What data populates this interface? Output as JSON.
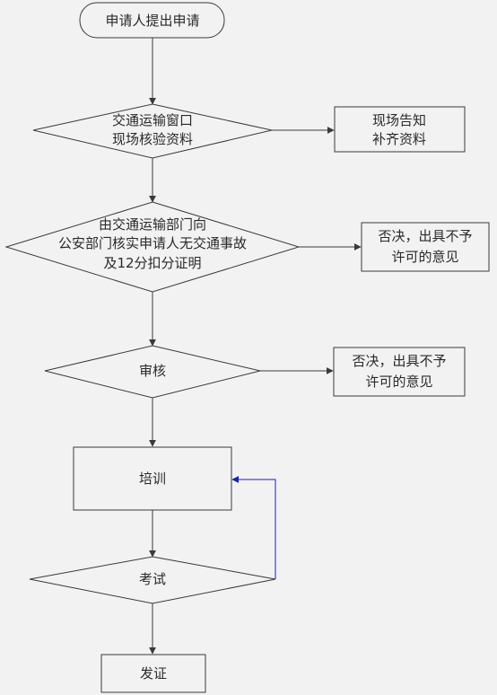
{
  "flowchart": {
    "start": "申请人提出申请",
    "check_window": [
      "交通运输窗口",
      "现场核验资料"
    ],
    "notify": [
      "现场告知",
      "补齐资料"
    ],
    "verify": [
      "由交通运输部门向",
      "公安部门核实申请人无交通事故",
      "及12分扣分证明"
    ],
    "reject_1": [
      "否决，出具不予",
      "许可的意见"
    ],
    "review": "审核",
    "reject_2": [
      "否决，出具不予",
      "许可的意见"
    ],
    "training": "培训",
    "exam": "考试",
    "certificate": "发证"
  },
  "colors": {
    "background": "#f2f2f2",
    "stroke": "#3a3a3a",
    "loop_line": "#1f1fb3"
  }
}
